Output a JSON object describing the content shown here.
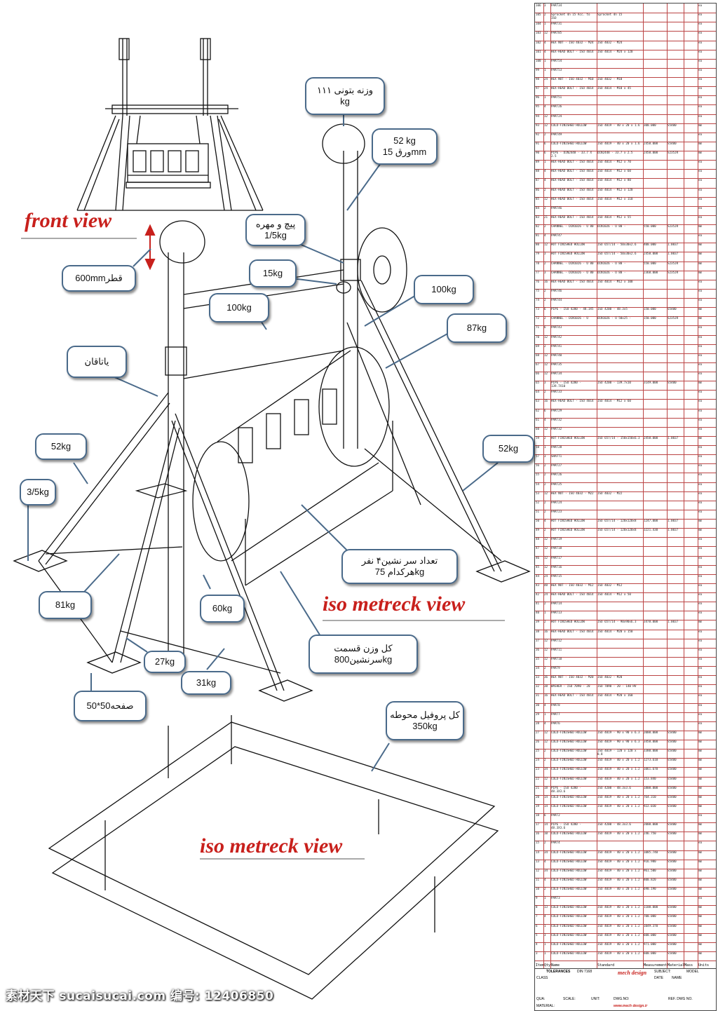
{
  "views": {
    "front": "front view",
    "iso_main": "iso metreck view",
    "iso_fence": "iso metreck view"
  },
  "callouts": {
    "concrete_weight": "وزنه بتونی ۱۱۱\nkg",
    "sheet_weight": "52 kg\nورق 15mm",
    "bolt_nut": "پیچ و مهره\n1/5kg",
    "dia": "600mmقطر",
    "shaft_15": "15kg",
    "beam_100a": "100kg",
    "disc_100": "100kg",
    "leg_87": "87kg",
    "bearing": "یاتاقان",
    "leg_52a": "52kg",
    "leg_52b": "52kg",
    "plate_3_5": "3/5kg",
    "passengers": "تعداد سر نشین۴ نفر\nهرکدام 75kg",
    "leg_81": "81kg",
    "beam_60": "60kg",
    "total": "کل وزن قسمت\nسرنشین800kg",
    "brace_27": "27kg",
    "brace_31": "31kg",
    "plate_sheet": "50*50صفحه",
    "fence": "کل پروفیل محوطه\n350kg"
  },
  "watermark": "素材天下 sucaisucai.com   编号: 12406850",
  "bom": {
    "rows": [
      [
        "106",
        "3",
        "PART34",
        "",
        "",
        "",
        "",
        "ea"
      ],
      [
        "105",
        "2",
        "Sprocket 4n 15 Acc. to ISO",
        "Sprocket 4n 15",
        "",
        "",
        "",
        "ea"
      ],
      [
        "104",
        "1",
        "PART31",
        "",
        "",
        "",
        "",
        "ea"
      ],
      [
        "103",
        "12",
        "PART85",
        "",
        "",
        "",
        "",
        "ea"
      ],
      [
        "102",
        "4",
        "HEX NUT - ISO 4032 - M24",
        "ISO 4032 - M24",
        "",
        "",
        "",
        "ea"
      ],
      [
        "101",
        "4",
        "HEX-HEAD BOLT - ISO 4014",
        "ISO 4014 - M24 x 120",
        "",
        "",
        "",
        "ea"
      ],
      [
        "100",
        "1",
        "PART54",
        "",
        "",
        "",
        "",
        "ea"
      ],
      [
        "99",
        "1",
        "PART53",
        "",
        "",
        "",
        "",
        "ea"
      ],
      [
        "98",
        "24",
        "HEX NUT - ISO 4032 - M10",
        "ISO 4032 - M10",
        "",
        "",
        "",
        "ea"
      ],
      [
        "97",
        "24",
        "HEX-HEAD BOLT - ISO 4014",
        "ISO 4014 - M10 x 45",
        "",
        "",
        "",
        "ea"
      ],
      [
        "96",
        "1",
        "PART51",
        "",
        "",
        "",
        "",
        "ea"
      ],
      [
        "95",
        "4",
        "PART26",
        "",
        "",
        "",
        "",
        "ea"
      ],
      [
        "94",
        "12",
        "PART24",
        "",
        "",
        "",
        "",
        "ea"
      ],
      [
        "93",
        "12",
        "COLD-FINISHED HOLLOW",
        "ISO 4019 - 40 x 20 x 1.6",
        "300.000",
        "S5400",
        "",
        "mm"
      ],
      [
        "92",
        "2",
        "PART49",
        "",
        "",
        "",
        "",
        "ea"
      ],
      [
        "91",
        "6",
        "COLD-FINISHED HOLLOW",
        "ISO 4019 - 40 x 20 x 1.6",
        "2450.000",
        "S5400",
        "",
        "mm"
      ],
      [
        "90",
        "6",
        "PIPE - DIN2448 - 33.7 X 2.5",
        "DIN2448 - 33.7 x 2.5",
        "2450.000",
        "S235JR",
        "",
        "mm"
      ],
      [
        "89",
        "1",
        "HEX-HEAD BOLT - ISO 4014",
        "ISO 4014 - M12 x 70",
        "",
        "",
        "",
        "ea"
      ],
      [
        "88",
        "4",
        "HEX-HEAD BOLT - ISO 4014",
        "ISO 4014 - M12 x 60",
        "",
        "",
        "",
        "ea"
      ],
      [
        "87",
        "4",
        "HEX-HEAD BOLT - ISO 4014",
        "ISO 4014 - M12 x 80",
        "",
        "",
        "",
        "ea"
      ],
      [
        "86",
        "2",
        "HEX-HEAD BOLT - ISO 4014",
        "ISO 4014 - M12 x 120",
        "",
        "",
        "",
        "ea"
      ],
      [
        "85",
        "12",
        "HEX-HEAD BOLT - ISO 4014",
        "ISO 4014 - M12 x 110",
        "",
        "",
        "",
        "ea"
      ],
      [
        "84",
        "2",
        "PART46",
        "",
        "",
        "",
        "",
        "ea"
      ],
      [
        "83",
        "21",
        "HEX-HEAD BOLT - ISO 4014",
        "ISO 4014 - M12 x 55",
        "",
        "",
        "",
        "ea"
      ],
      [
        "82",
        "2",
        "CHANNEL - DIN1026 - U 80",
        "DIN1026 - U 80 -",
        "550.000",
        "S235JR",
        "",
        "mm"
      ],
      [
        "81",
        "4",
        "PART47",
        "",
        "",
        "",
        "",
        "ea"
      ],
      [
        "80",
        "12",
        "HOT FINISHED HOLLOW",
        "ISO 657/14 - 50x30x2.6",
        "400.000",
        "1.0037",
        "",
        "mm"
      ],
      [
        "79",
        "3",
        "HOT FINISHED HOLLOW",
        "ISO 657/14 - 50x30x2.6",
        "2450.000",
        "1.0037",
        "",
        "mm"
      ],
      [
        "78",
        "2",
        "CHANNEL - DIN1026 - U 80",
        "DIN1026 - U 80 -",
        "550.000",
        "S235JR",
        "",
        "mm"
      ],
      [
        "77",
        "3",
        "CHANNEL - DIN1026 - U 80",
        "DIN1026 - U 80 -",
        "2360.000",
        "S235JR",
        "",
        "mm"
      ],
      [
        "76",
        "16",
        "HEX-HEAD BOLT - ISO 4014",
        "ISO 4014 - M12 x 100",
        "",
        "",
        "",
        "ea"
      ],
      [
        "75",
        "2",
        "PART46",
        "",
        "",
        "",
        "",
        "ea"
      ],
      [
        "74",
        "2",
        "PART44",
        "",
        "",
        "",
        "",
        "ea"
      ],
      [
        "73",
        "6",
        "PIPE - ISO 4200 - 48.3X5",
        "ISO 4200 - 48.3x5",
        "150.000",
        "S5400",
        "",
        "mm"
      ],
      [
        "72",
        "2",
        "CHANNEL - DIN1026 - U",
        "DIN1026 - U 50x25 -",
        "150.000",
        "S235JR",
        "",
        "mm"
      ],
      [
        "71",
        "6",
        "PART43",
        "",
        "",
        "",
        "",
        "ea"
      ],
      [
        "70",
        "12",
        "PART42",
        "",
        "",
        "",
        "",
        "ea"
      ],
      [
        "69",
        "2",
        "PART41",
        "",
        "",
        "",
        "",
        "ea"
      ],
      [
        "68",
        "12",
        "PART40",
        "",
        "",
        "",
        "",
        "ea"
      ],
      [
        "67",
        "12",
        "PART35",
        "",
        "",
        "",
        "",
        "ea"
      ],
      [
        "66",
        "12",
        "PART34",
        "",
        "",
        "",
        "",
        "ea"
      ],
      [
        "65",
        "3",
        "PIPE - ISO 4200 - 139.7X10",
        "ISO 4200 - 139.7x10",
        "3149.000",
        "S5400",
        "",
        "mm"
      ],
      [
        "64",
        "2",
        "PART33",
        "",
        "",
        "",
        "",
        "ea"
      ],
      [
        "63",
        "16",
        "HEX-HEAD BOLT - ISO 4014",
        "ISO 4014 - M12 x 60",
        "",
        "",
        "",
        "ea"
      ],
      [
        "62",
        "6",
        "PART29",
        "",
        "",
        "",
        "",
        "ea"
      ],
      [
        "61",
        "4",
        "PART32",
        "",
        "",
        "",
        "",
        "ea"
      ],
      [
        "60",
        "12",
        "PART32",
        "",
        "",
        "",
        "",
        "ea"
      ],
      [
        "59",
        "2",
        "HOT FINISHED HOLLOW",
        "ISO 657/14 - 150x150x6.3",
        "2450.000",
        "1.0037",
        "",
        "mm"
      ],
      [
        "58",
        "1",
        "PART28",
        "",
        "",
        "",
        "",
        "ea"
      ],
      [
        "57",
        "3",
        "SHAFT1",
        "",
        "",
        "",
        "",
        "ea"
      ],
      [
        "56",
        "2",
        "PART27",
        "",
        "",
        "",
        "",
        "ea"
      ],
      [
        "55",
        "2",
        "PART26",
        "",
        "",
        "",
        "",
        "ea"
      ],
      [
        "54",
        "2",
        "PART25",
        "",
        "",
        "",
        "",
        "ea"
      ],
      [
        "53",
        "12",
        "HEX NUT - ISO 4032 - M22",
        "ISO 4032 - M22",
        "",
        "",
        "",
        "ea"
      ],
      [
        "52",
        "2",
        "PART24",
        "",
        "",
        "",
        "",
        "ea"
      ],
      [
        "51",
        "2",
        "PART23",
        "",
        "",
        "",
        "",
        "ea"
      ],
      [
        "50",
        "4",
        "HOT FINISHED HOLLOW",
        "ISO 657/14 - 120x120x8",
        "1247.000",
        "1.0037",
        "",
        "mm"
      ],
      [
        "49",
        "2",
        "HOT FINISHED HOLLOW",
        "ISO 657/14 - 120x120x8",
        "3221.430",
        "1.0037",
        "",
        "mm"
      ],
      [
        "48",
        "12",
        "PART19",
        "",
        "",
        "",
        "",
        "ea"
      ],
      [
        "47",
        "12",
        "PART18",
        "",
        "",
        "",
        "",
        "ea"
      ],
      [
        "46",
        "12",
        "PART17",
        "",
        "",
        "",
        "",
        "ea"
      ],
      [
        "45",
        "12",
        "PART16",
        "",
        "",
        "",
        "",
        "ea"
      ],
      [
        "44",
        "24",
        "PART15",
        "",
        "",
        "",
        "",
        "ea"
      ],
      [
        "43",
        "48",
        "HEX NUT - ISO 4032 - M12",
        "ISO 4032 - M12",
        "",
        "",
        "",
        "ea"
      ],
      [
        "42",
        "24",
        "HEX-HEAD BOLT - ISO 4014",
        "ISO 4014 - M12 x 50",
        "",
        "",
        "",
        "ea"
      ],
      [
        "41",
        "2",
        "PART14",
        "",
        "",
        "",
        "",
        "ea"
      ],
      [
        "40",
        "1",
        "PART13",
        "",
        "",
        "",
        "",
        "ea"
      ],
      [
        "39",
        "2",
        "HOT FINISHED HOLLOW",
        "ISO 657/14 - 90x90x6.3",
        "3470.000",
        "1.0037",
        "",
        "mm"
      ],
      [
        "38",
        "16",
        "HEX-HEAD BOLT - ISO 4014",
        "ISO 4014 - M20 x 150",
        "",
        "",
        "",
        "ea"
      ],
      [
        "37",
        "12",
        "PART12",
        "",
        "",
        "",
        "",
        "ea"
      ],
      [
        "36",
        "12",
        "PART11",
        "",
        "",
        "",
        "",
        "ea"
      ],
      [
        "35",
        "12",
        "PART10",
        "",
        "",
        "",
        "",
        "ea"
      ],
      [
        "34",
        "2",
        "PART9",
        "",
        "",
        "",
        "",
        "ea"
      ],
      [
        "33",
        "36",
        "HEX NUT - ISO 4032 - M20",
        "ISO 4032 - M20",
        "",
        "",
        "",
        "ea"
      ],
      [
        "32",
        "38",
        "WASHER - ISO 7090 - 20",
        "ISO 7090 - 20 - 140 HV",
        "",
        "",
        "",
        "ea"
      ],
      [
        "31",
        "16",
        "HEX-HEAD BOLT - ISO 4014",
        "ISO 4014 - M20 x 160",
        "",
        "",
        "",
        "ea"
      ],
      [
        "30",
        "4",
        "PART8",
        "",
        "",
        "",
        "",
        "ea"
      ],
      [
        "29",
        "1",
        "PART7",
        "",
        "",
        "",
        "",
        "ea"
      ],
      [
        "28",
        "4",
        "PART6",
        "",
        "",
        "",
        "",
        "ea"
      ],
      [
        "27",
        "12",
        "COLD-FINISHED HOLLOW",
        "ISO 4019 - 90 x 90 x 6.3",
        "2000.000",
        "S5400",
        "",
        "mm"
      ],
      [
        "26",
        "12",
        "COLD-FINISHED HOLLOW",
        "ISO 4019 - 90 x 90 x 6.3",
        "3450.000",
        "S5400",
        "",
        "mm"
      ],
      [
        "25",
        "2",
        "COLD-FINISHED HOLLOW",
        "ISO 4019 - 120 x 120 x 8.8",
        "3380.000",
        "S5400",
        "",
        "mm"
      ],
      [
        "24",
        "2",
        "COLD-FINISHED HOLLOW",
        "ISO 4019 - 40 x 20 x 1.2",
        "1273.610",
        "S5400",
        "",
        "mm"
      ],
      [
        "23",
        "34",
        "COLD-FINISHED HOLLOW",
        "ISO 4019 - 40 x 20 x 1.2",
        "1061.670",
        "S5400",
        "",
        "mm"
      ],
      [
        "22",
        "12",
        "COLD-FINISHED HOLLOW",
        "ISO 4019 - 40 x 20 x 1.2",
        "153.840",
        "S5400",
        "",
        "mm"
      ],
      [
        "21",
        "18",
        "PIPE - ISO 4200 - 48.3X3.6",
        "ISO 4200 - 48.3x3.6",
        "1800.000",
        "S5400",
        "",
        "mm"
      ],
      [
        "20",
        "14",
        "COLD-FINISHED HOLLOW",
        "ISO 4019 - 40 x 20 x 1.2",
        "764.310",
        "S5400",
        "",
        "mm"
      ],
      [
        "19",
        "14",
        "COLD-FINISHED HOLLOW",
        "ISO 4019 - 40 x 20 x 1.2",
        "922.030",
        "S5400",
        "",
        "mm"
      ],
      [
        "18",
        "6",
        "PART2",
        "",
        "",
        "",
        "",
        "ea"
      ],
      [
        "17",
        "14",
        "PIPE - ISO 4200 - 48.3X3.6",
        "ISO 4200 - 48.3x3.6",
        "2000.000",
        "S5400",
        "",
        "mm"
      ],
      [
        "16",
        "10",
        "COLD-FINISHED HOLLOW",
        "ISO 4019 - 40 x 20 x 1.2",
        "246.750",
        "S5400",
        "",
        "mm"
      ],
      [
        "15",
        "2",
        "PART4",
        "",
        "",
        "",
        "",
        "ea"
      ],
      [
        "14",
        "34",
        "COLD-FINISHED HOLLOW",
        "ISO 4019 - 40 x 20 x 1.2",
        "1085.740",
        "S5400",
        "",
        "mm"
      ],
      [
        "13",
        "4",
        "COLD-FINISHED HOLLOW",
        "ISO 4019 - 40 x 20 x 1.2",
        "916.980",
        "S5400",
        "",
        "mm"
      ],
      [
        "12",
        "34",
        "COLD-FINISHED HOLLOW",
        "ISO 4019 - 40 x 20 x 1.2",
        "961.500",
        "S5400",
        "",
        "mm"
      ],
      [
        "11",
        "4",
        "COLD-FINISHED HOLLOW",
        "ISO 4019 - 40 x 20 x 1.2",
        "800.820",
        "S5400",
        "",
        "mm"
      ],
      [
        "10",
        "2",
        "COLD-FINISHED HOLLOW",
        "ISO 4019 - 40 x 20 x 1.2",
        "690.190",
        "S5400",
        "",
        "mm"
      ],
      [
        "9",
        "1",
        "PART3",
        "",
        "",
        "",
        "",
        "ea"
      ],
      [
        "8",
        "13",
        "COLD-FINISHED HOLLOW",
        "ISO 4019 - 40 x 20 x 1.2",
        "1100.000",
        "S5400",
        "",
        "mm"
      ],
      [
        "7",
        "4",
        "COLD-FINISHED HOLLOW",
        "ISO 4019 - 40 x 20 x 1.2",
        "700.000",
        "S5400",
        "",
        "mm"
      ],
      [
        "6",
        "1",
        "COLD-FINISHED HOLLOW",
        "ISO 4019 - 40 x 20 x 1.2",
        "1049.370",
        "S5400",
        "",
        "mm"
      ],
      [
        "5",
        "3",
        "COLD-FINISHED HOLLOW",
        "ISO 4019 - 40 x 20 x 1.2",
        "600.000",
        "S5400",
        "",
        "mm"
      ],
      [
        "4",
        "1",
        "COLD-FINISHED HOLLOW",
        "ISO 4019 - 40 x 20 x 1.2",
        "971.000",
        "S5400",
        "",
        "mm"
      ],
      [
        "3",
        "1",
        "COLD-FINISHED HOLLOW",
        "ISO 4019 - 40 x 20 x 1.2",
        "600.000",
        "S5400",
        "",
        "mm"
      ]
    ],
    "header": [
      "Item",
      "Qty",
      "Name",
      "Standard",
      "Measurement",
      "Material",
      "Mass",
      "Units"
    ]
  },
  "titleblock": {
    "tolerances": "TOLERANCES",
    "din": "DIN 7168",
    "company": "mech design",
    "subject": "SUBJECT:",
    "model": "MODEL",
    "class": "CLASS",
    "date": "DATE",
    "name": "NAME",
    "qua": "QUA:",
    "scale": "SCALE:",
    "unit": "UNIT:",
    "dwg": "DWG.NO:",
    "ref": "REF. DWG NO.",
    "material": "MATERIAL:",
    "website": "www.mech design.ir"
  }
}
